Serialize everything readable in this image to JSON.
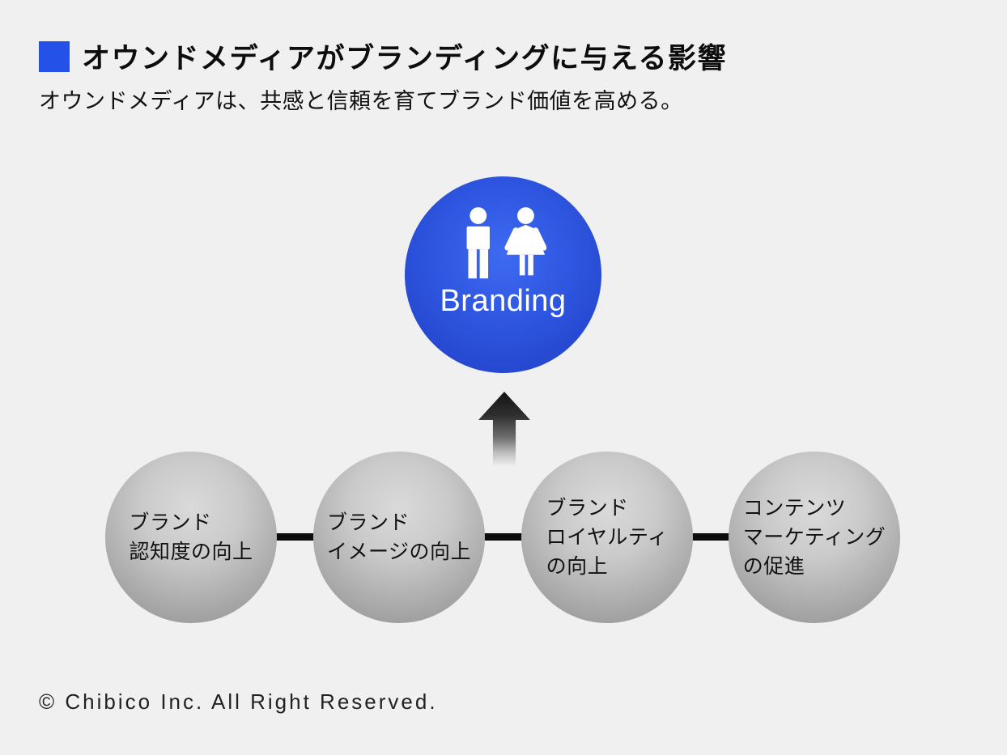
{
  "header": {
    "title": "オウンドメディアがブランディングに与える影響",
    "subtitle": "オウンドメディアは、共感と信頼を育てブランド価値を高める。"
  },
  "center": {
    "label": "Branding",
    "icon": "man-woman-icon"
  },
  "nodes": [
    {
      "lines": [
        "ブランド",
        "認知度の向上"
      ]
    },
    {
      "lines": [
        "ブランド",
        "イメージの向上"
      ]
    },
    {
      "lines": [
        "ブランド",
        "ロイヤルティ",
        "の向上"
      ]
    },
    {
      "lines": [
        "コンテンツ",
        "マーケティング",
        "の促進"
      ]
    }
  ],
  "footer": {
    "copyright": "© Chibico Inc. All Right Reserved."
  },
  "colors": {
    "background": "#f0f0f1",
    "accent_blue": "#2452e8",
    "blue_sphere_center": "#3e6af2",
    "blue_sphere_edge": "#2140c2",
    "gray_sphere_center": "#dadada",
    "gray_sphere_edge": "#8d8d8d",
    "connector": "#0d0d0d",
    "text": "#111111",
    "label_on_blue": "#ffffff"
  }
}
